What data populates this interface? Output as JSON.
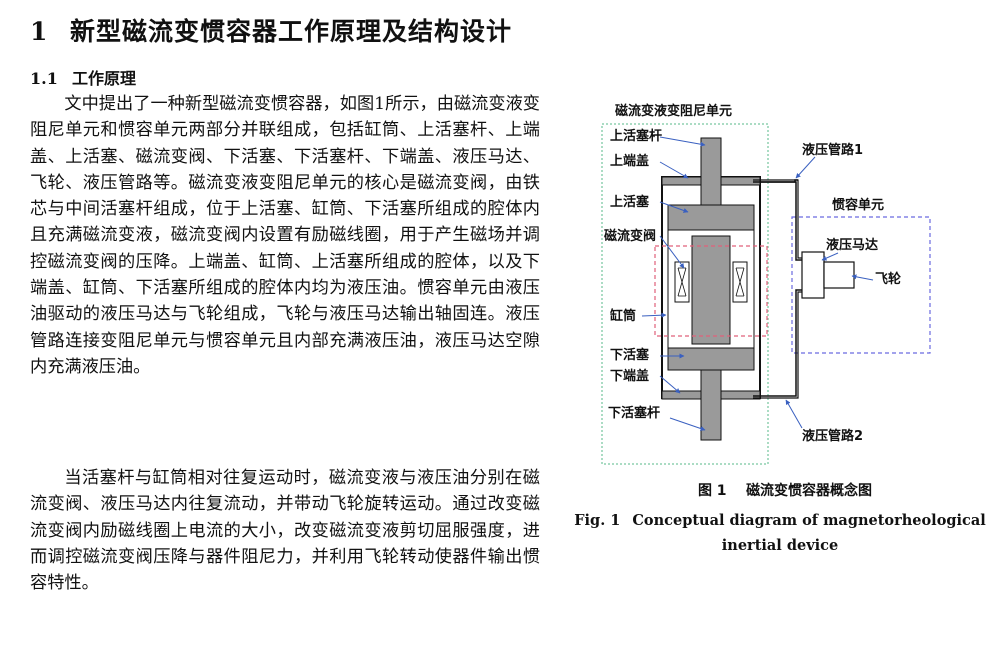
{
  "section": {
    "number": "1",
    "title": "新型磁流变惯容器工作原理及结构设计"
  },
  "subsection": {
    "number": "1.1",
    "title": "工作原理"
  },
  "paragraphs": [
    "文中提出了一种新型磁流变惯容器，如图1所示，由磁流变液变阻尼单元和惯容单元两部分并联组成，包括缸筒、上活塞杆、上端盖、上活塞、磁流变阀、下活塞、下活塞杆、下端盖、液压马达、飞轮、液压管路等。磁流变液变阻尼单元的核心是磁流变阀，由铁芯与中间活塞杆组成，位于上活塞、缸筒、下活塞所组成的腔体内且充满磁流变液，磁流变阀内设置有励磁线圈，用于产生磁场并调控磁流变阀的压降。上端盖、缸筒、上活塞所组成的腔体，以及下端盖、缸筒、下活塞所组成的腔体内均为液压油。惯容单元由液压油驱动的液压马达与飞轮组成，飞轮与液压马达输出轴固连。液压管路连接变阻尼单元与惯容单元且内部充满液压油，液压马达空隙内充满液压油。",
    "当活塞杆与缸筒相对往复运动时，磁流变液与液压油分别在磁流变阀、液压马达内往复流动，并带动飞轮旋转运动。通过改变磁流变阀内励磁线圈上电流的大小，改变磁流变液剪切屈服强度，进而调控磁流变阀压降与器件阻尼力，并利用飞轮转动使器件输出惯容特性。"
  ],
  "figure": {
    "labels": {
      "damping_unit": "磁流变液变阻尼单元",
      "upper_rod": "上活塞杆",
      "upper_cap": "上端盖",
      "upper_piston": "上活塞",
      "mr_valve": "磁流变阀",
      "cylinder": "缸筒",
      "lower_piston": "下活塞",
      "lower_cap": "下端盖",
      "lower_rod": "下活塞杆",
      "pipe1": "液压管路1",
      "inerter_unit": "惯容单元",
      "hyd_motor": "液压马达",
      "flywheel": "飞轮",
      "pipe2": "液压管路2"
    },
    "caption_cn": {
      "label": "图 1",
      "text": "磁流变惯容器概念图"
    },
    "caption_en": {
      "label": "Fig. 1",
      "text": "Conceptual diagram of magnetorheological inertial device"
    },
    "colors": {
      "frame_green": "#8fd0b0",
      "dash_red": "#e0607a",
      "dash_blue": "#6a6ae0",
      "gray": "#9a9a9a",
      "dark_gray": "#6e6e6e"
    }
  }
}
